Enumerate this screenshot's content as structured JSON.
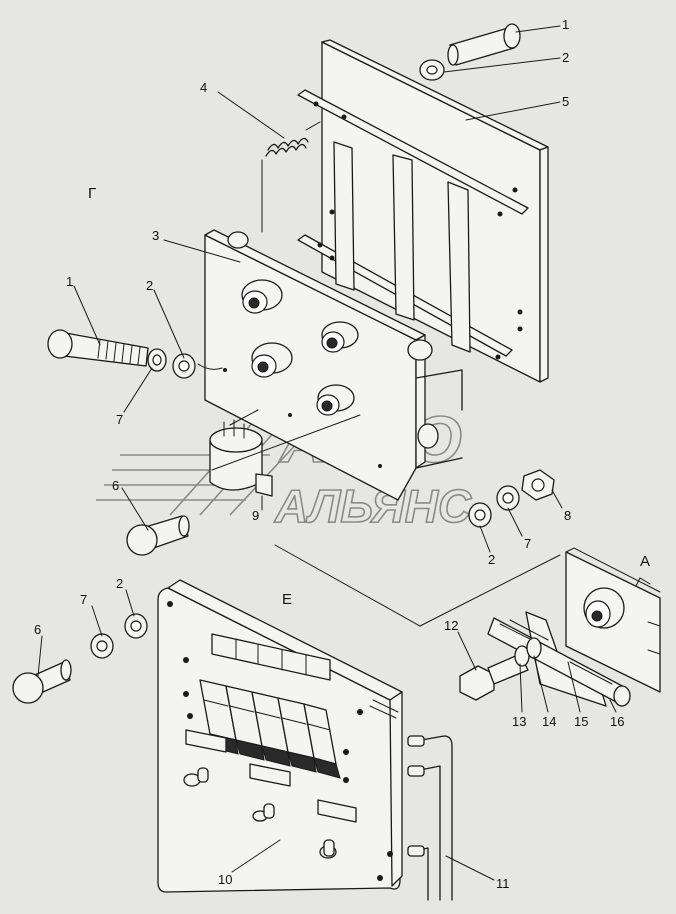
{
  "diagram": {
    "part_labels": {
      "p1_top": "1",
      "p2_top": "2",
      "p5": "5",
      "p4": "4",
      "p3": "3",
      "p1_left": "1",
      "p2_left": "2",
      "p7_left": "7",
      "p6_mid": "6",
      "p9": "9",
      "p8": "8",
      "p7_right": "7",
      "p2_right": "2",
      "p6_low": "6",
      "p7_low": "7",
      "p2_low": "2",
      "p12": "12",
      "p13": "13",
      "p14": "14",
      "p15": "15",
      "p16": "16",
      "p10": "10",
      "p11": "11"
    },
    "view_labels": {
      "g": "Г",
      "e": "Е",
      "a": "А"
    },
    "watermark": {
      "line1": "АВТО",
      "line2": "АЛЬЯНС"
    }
  }
}
